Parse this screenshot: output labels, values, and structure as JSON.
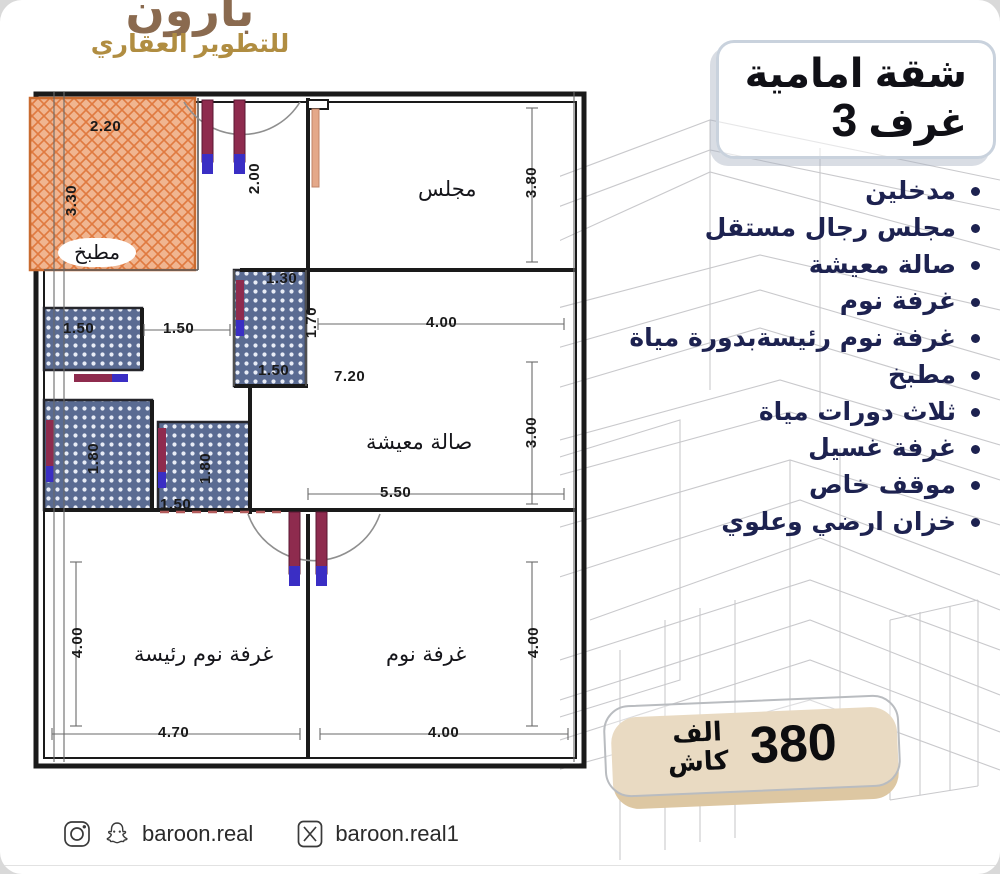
{
  "brand": {
    "logo_mark": "بارون",
    "logo_sub": "للتطوير العقاري"
  },
  "listing": {
    "title_line1": "شقة امامية",
    "title_number": "3",
    "title_line2_word": "غرف",
    "features": [
      "مدخلين",
      "مجلس رجال مستقل",
      "صالة معيشة",
      "غرفة نوم",
      "غرفة نوم رئيسةبدورة مياة",
      "مطبخ",
      "ثلاث دورات مياة",
      "غرفة غسيل",
      "موقف خاص",
      "خزان ارضي وعلوي"
    ]
  },
  "price": {
    "amount": "380",
    "unit": "الف",
    "terms": "كاش"
  },
  "social": {
    "instagram_icon": "instagram-icon",
    "snapchat_icon": "snapchat-icon",
    "handle_1": "baroon.real",
    "x_icon": "x-icon",
    "handle_2": "baroon.real1"
  },
  "floorplan": {
    "rooms": [
      {
        "key": "kitchen",
        "label": "مطبخ"
      },
      {
        "key": "majlis",
        "label": "مجلس"
      },
      {
        "key": "living",
        "label": "صالة معيشة"
      },
      {
        "key": "master_bedroom",
        "label": "غرفة نوم رئيسة"
      },
      {
        "key": "bedroom",
        "label": "غرفة نوم"
      }
    ],
    "dimensions": {
      "kitchen_w": "2.20",
      "kitchen_h": "3.30",
      "bath_top_w": "1.30",
      "bath_top_h": "1.70",
      "corridor_w": "1.50",
      "door_h": "2.00",
      "majlis_w": "4.00",
      "majlis_h": "3.80",
      "hall_top": "7.20",
      "living_w": "5.50",
      "living_h": "3.00",
      "bath_mid_h": "1.80",
      "bath_low_w": "1.50",
      "bath_low_h": "1.80",
      "master_w": "4.70",
      "master_h": "4.00",
      "bedroom_w": "4.00",
      "bedroom_h": "4.00"
    }
  },
  "colors": {
    "accent_navy": "#1d2250",
    "brand_gold": "#b08d41",
    "brand_brown": "#8a6a4f",
    "kitchen_fill": "#e8a070",
    "bath_fill": "#4b5a86",
    "price_shadow": "#ddc7a2"
  }
}
